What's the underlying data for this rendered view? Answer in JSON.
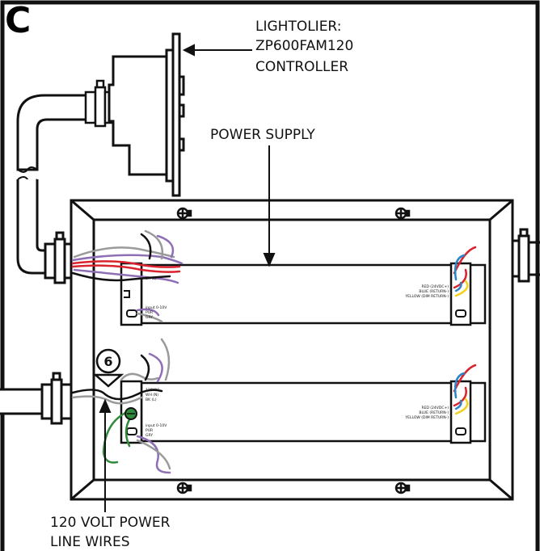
{
  "panel_letter": "C",
  "labels": {
    "controller_line1": "LIGHTOLIER:",
    "controller_line2": "ZP600FAM120",
    "controller_line3": "CONTROLLER",
    "power_supply": "POWER SUPPLY",
    "power_wires_line1": "120 VOLT POWER",
    "power_wires_line2": "LINE WIRES"
  },
  "step_number": "6",
  "supply_labels": {
    "input_line1": "input 0-10V",
    "input_line2": "PUR",
    "input_line3": "GRY",
    "output_line1": "RED (24VDC+)",
    "output_line2": "BLUE (RETURN-)",
    "output_line3": "YELLOW (DIM RETURN-)",
    "mains_line1": "120VAC",
    "mains_line2": "WH (N)",
    "mains_line3": "BK (L)"
  },
  "colors": {
    "outline": "#111111",
    "wire_red": "#d9232e",
    "wire_blue": "#2a86c8",
    "wire_yellow": "#f2d21b",
    "wire_purple": "#8e6fb5",
    "wire_gray": "#9a9a9a",
    "wire_green": "#2f8a3c"
  }
}
